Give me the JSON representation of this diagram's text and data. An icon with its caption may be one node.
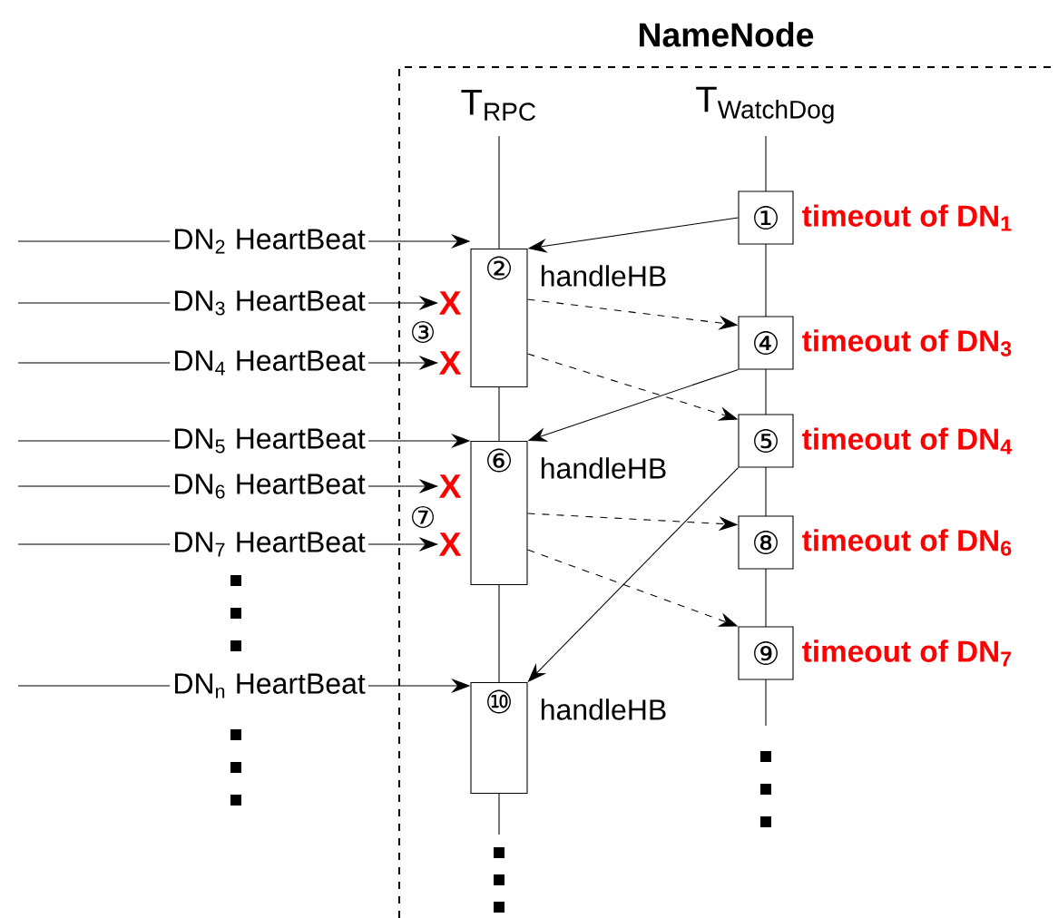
{
  "diagram": {
    "title": "NameNode",
    "nodes": [
      {
        "text": [
          "①"
        ],
        "beside": [
          "timeout of DN$_{1}$"
        ]
      },
      {
        "text": [
          "DN$_{2}$ HeartBeat"
        ]
      },
      {
        "text": [
          "②"
        ],
        "beside": [
          "handleHB"
        ]
      },
      {
        "text": [
          "DN$_{3}$ HeartBeat"
        ]
      },
      {
        "text": [
          "X"
        ]
      },
      {
        "text": [
          "④"
        ],
        "beside": [
          "timeout of DN$_{3}$"
        ]
      },
      {
        "text": [
          "DN$_{4}$ HeartBeat"
        ]
      },
      {
        "text": [
          "X"
        ]
      },
      {
        "text": [
          "DN$_{5}$ HeartBeat"
        ]
      },
      {
        "text": [
          "⑥"
        ],
        "beside": [
          "handleHB"
        ]
      },
      {
        "text": [
          "⑤"
        ],
        "beside": [
          "timeout of DN$_{4}$"
        ]
      },
      {
        "text": [
          "DN$_{6}$ HeartBeat"
        ]
      },
      {
        "text": [
          "X"
        ]
      },
      {
        "text": [
          "⑧"
        ],
        "beside": [
          "timeout of DN$_{6}$"
        ]
      },
      {
        "text": [
          "DN$_{7}$ HeartBeat"
        ]
      },
      {
        "text": [
          "X"
        ]
      },
      {
        "text": [
          "⑨"
        ],
        "beside": [
          "timeout of DN$_{7}$"
        ]
      },
      {
        "text": [
          "DN$_{n}$ HeartBeat"
        ]
      },
      {
        "text": [
          "⑩"
        ],
        "beside": [
          "handleHB"
        ]
      }
    ],
    "edges": [
      {
        "from": null,
        "to": 1,
        "arrow": "none"
      },
      {
        "from": 1,
        "to": 2,
        "arrow": "to"
      },
      {
        "from": 0,
        "to": 2,
        "arrow": "to"
      },
      {
        "from": null,
        "to": 3,
        "arrow": "none"
      },
      {
        "from": 3,
        "to": 4,
        "arrow": "to"
      },
      {
        "from": 2,
        "to": 5,
        "arrow": "to",
        "style": "dashed"
      },
      {
        "from": null,
        "to": 6,
        "arrow": "none"
      },
      {
        "from": 6,
        "to": 7,
        "arrow": "to"
      },
      {
        "from": 2,
        "to": 10,
        "arrow": "to",
        "style": "dashed"
      },
      {
        "from": 5,
        "to": 9,
        "arrow": "to"
      },
      {
        "from": null,
        "to": 8,
        "arrow": "none"
      },
      {
        "from": 8,
        "to": 9,
        "arrow": "to"
      },
      {
        "from": null,
        "to": 11,
        "arrow": "none"
      },
      {
        "from": 11,
        "to": 12,
        "arrow": "to"
      },
      {
        "from": 9,
        "to": 13,
        "arrow": "to",
        "style": "dashed"
      },
      {
        "from": null,
        "to": 14,
        "arrow": "none"
      },
      {
        "from": 14,
        "to": 15,
        "arrow": "to"
      },
      {
        "from": 9,
        "to": 16,
        "arrow": "to",
        "style": "dashed"
      },
      {
        "from": 10,
        "to": 18,
        "arrow": "to"
      },
      {
        "from": null,
        "to": 17,
        "arrow": "none"
      },
      {
        "from": 17,
        "to": 18,
        "arrow": "to"
      }
    ],
    "labels": [
      "T$_{RPC}$",
      "T$_{WatchDog}$",
      "③",
      "⑦"
    ]
  }
}
